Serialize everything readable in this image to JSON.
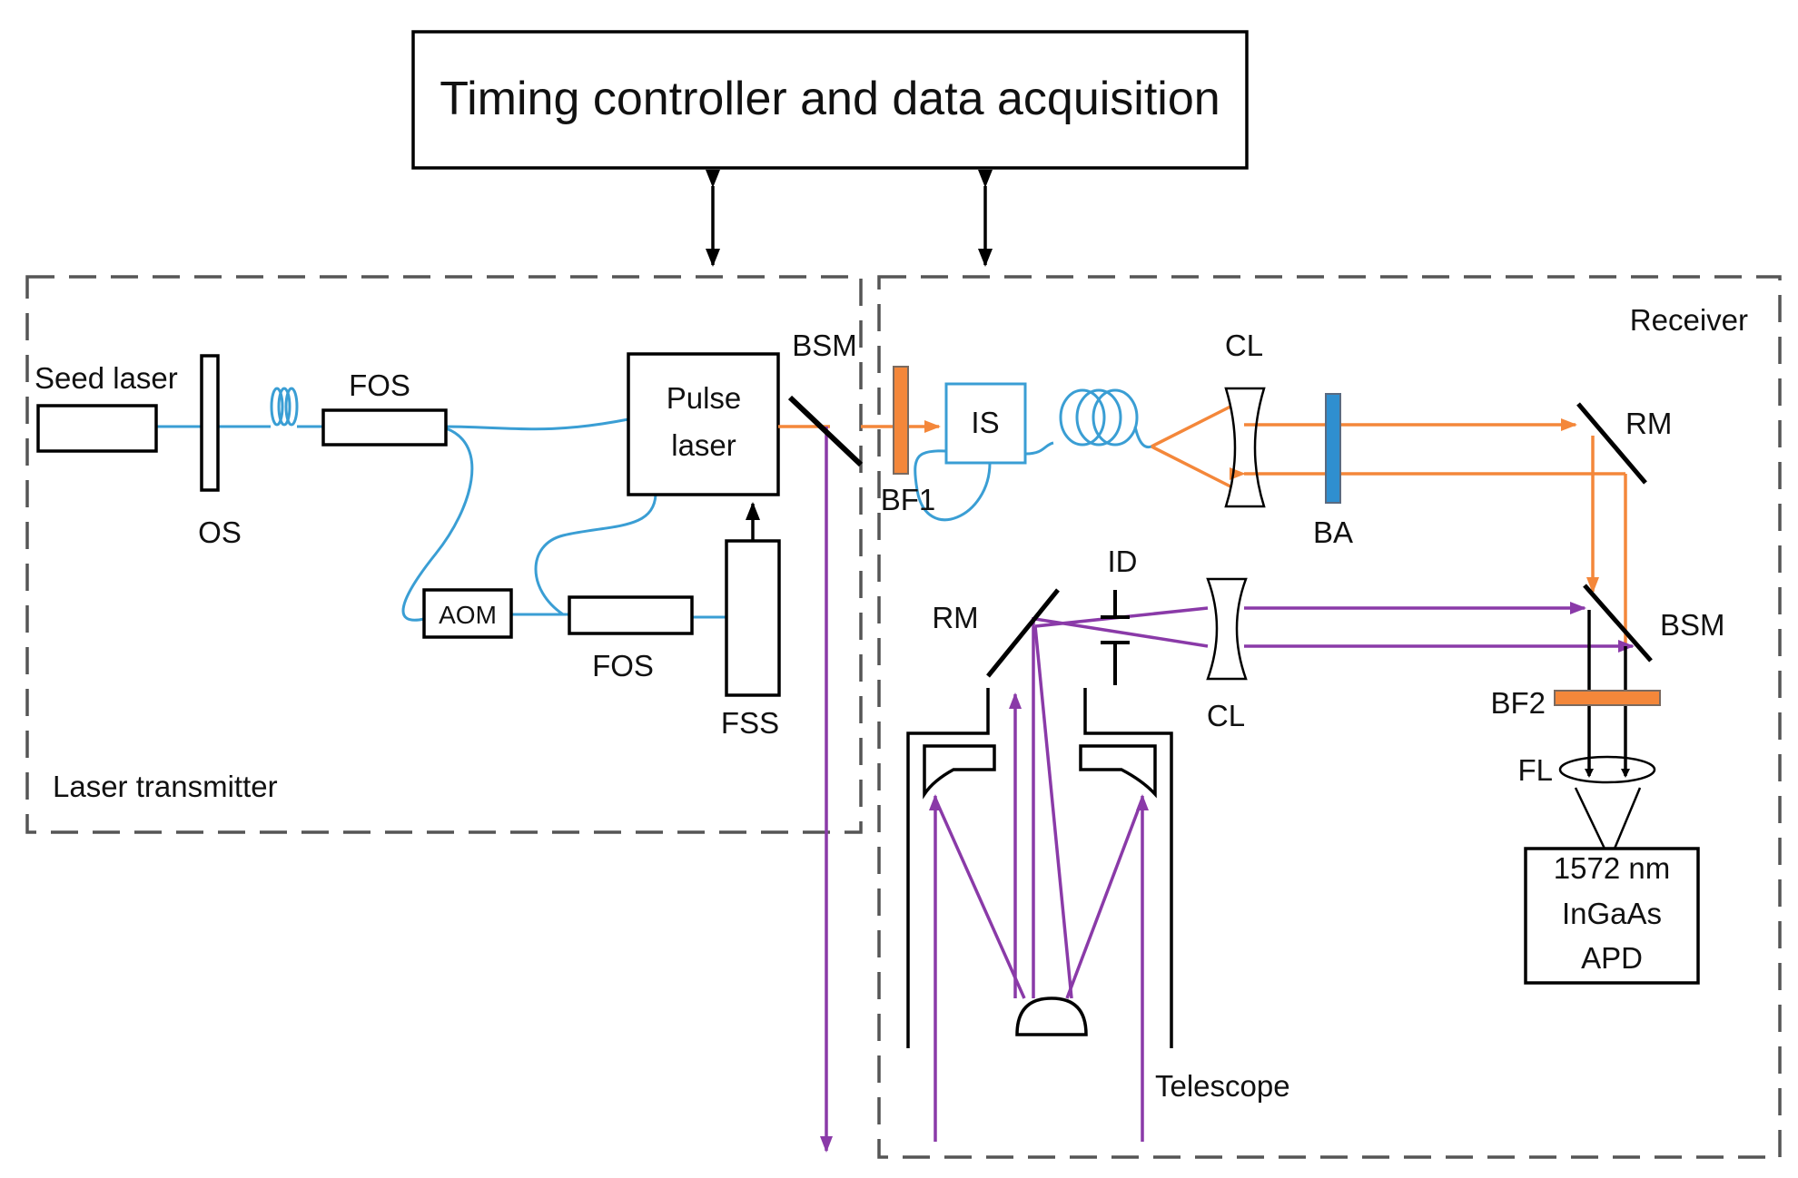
{
  "diagram": {
    "controller": "Timing controller and data acquisition",
    "transmitter_group": "Laser transmitter",
    "receiver_group": "Receiver",
    "seed_laser": "Seed laser",
    "os": "OS",
    "fos_top": "FOS",
    "fos_bottom": "FOS",
    "aom": "AOM",
    "pulse_laser_line1": "Pulse",
    "pulse_laser_line2": "laser",
    "fss": "FSS",
    "bsm_tx": "BSM",
    "bf1": "BF1",
    "is": "IS",
    "cl_top": "CL",
    "ba": "BA",
    "rm_right": "RM",
    "rm_left": "RM",
    "id": "ID",
    "cl_bottom": "CL",
    "bsm_rx": "BSM",
    "bf2": "BF2",
    "fl": "FL",
    "detector_line1": "1572 nm",
    "detector_line2": "InGaAs",
    "detector_line3": "APD",
    "telescope": "Telescope"
  },
  "colors": {
    "fiber": "#3a9ed4",
    "laser_beam": "#f4873a",
    "return_beam": "#8a3aa8",
    "filter": "#f4873a",
    "ba_plate": "#2f8fd0"
  }
}
